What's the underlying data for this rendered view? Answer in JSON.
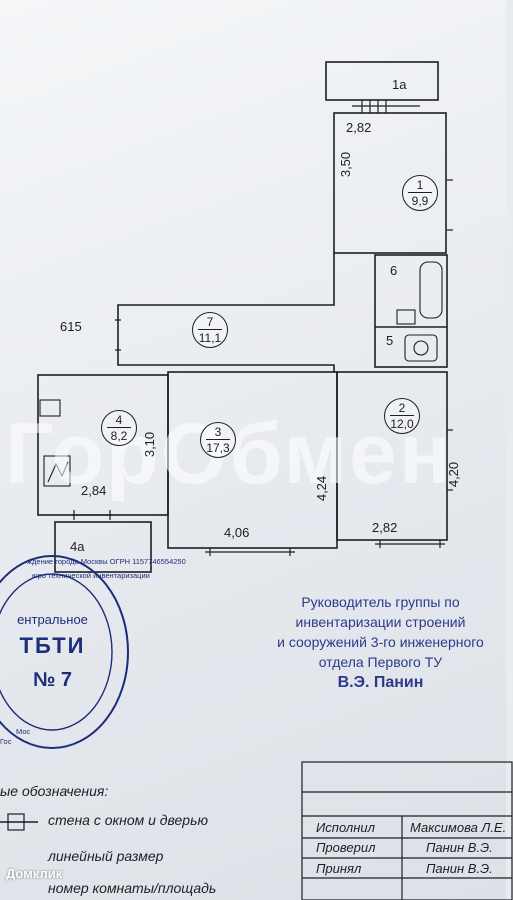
{
  "plan": {
    "rooms": [
      {
        "id": "room-1a",
        "num": "1а",
        "area": ""
      },
      {
        "id": "room-1",
        "num": "1",
        "area": "9,9"
      },
      {
        "id": "room-2",
        "num": "2",
        "area": "12,0"
      },
      {
        "id": "room-3",
        "num": "3",
        "area": "17,3"
      },
      {
        "id": "room-4",
        "num": "4",
        "area": "8,2"
      },
      {
        "id": "room-4a",
        "num": "4а",
        "area": ""
      },
      {
        "id": "room-5",
        "num": "5",
        "area": ""
      },
      {
        "id": "room-6",
        "num": "6",
        "area": ""
      },
      {
        "id": "room-7",
        "num": "7",
        "area": "11,1"
      }
    ],
    "dimensions": {
      "d_282_top": "2,82",
      "d_350": "3,50",
      "d_615": "615",
      "d_310": "3,10",
      "d_284": "2,84",
      "d_424": "4,24",
      "d_406": "4,06",
      "d_282_bottom": "2,82",
      "d_420": "4,20"
    }
  },
  "watermark": "ГорОбмен",
  "approval": {
    "line1": "Руководитель группы по",
    "line2": "инвентаризации строений",
    "line3": "и сооружений 3-го инженерного",
    "line4": "отдела Первого ТУ",
    "name": "В.Э. Панин"
  },
  "stamp": {
    "ring_top": "ждение города Москвы ОГРН 1157746554250",
    "ring_mid": "юро технической инвентаризации",
    "ring_left": "Мос",
    "ring_edge": "Гос",
    "line1": "ентральное",
    "line2": "ТБТИ",
    "line3": "№ 7"
  },
  "legend": {
    "title": "ые обозначения:",
    "item1": "стена с окном и дверью",
    "item2": "линейный размер",
    "item3": "номер комнаты/площадь"
  },
  "signatures": {
    "rows": [
      {
        "role": "Исполнил",
        "name": "Максимова Л.Е."
      },
      {
        "role": "Проверил",
        "name": "Панин В.Э."
      },
      {
        "role": "Принял",
        "name": "Панин В.Э."
      }
    ]
  },
  "brand": "Домклик",
  "colors": {
    "ink": "#1c1f24",
    "stamp_blue": "#1e2d7a",
    "approval_blue": "#2b3a8c"
  }
}
